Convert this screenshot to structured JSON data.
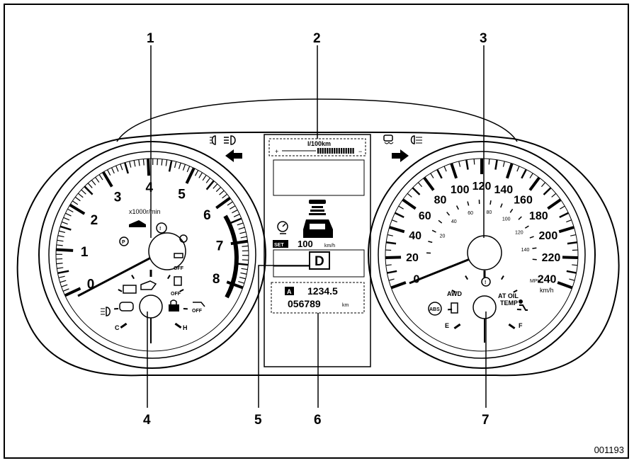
{
  "figure_id": "001193",
  "callouts": [
    "1",
    "2",
    "3",
    "4",
    "5",
    "6",
    "7"
  ],
  "tachometer": {
    "numbers": [
      "0",
      "1",
      "2",
      "3",
      "4",
      "5",
      "6",
      "7",
      "8"
    ],
    "unit": "x1000r/min"
  },
  "temp_gauge": {
    "cold": "C",
    "hot": "H"
  },
  "speedometer": {
    "kmh_numbers": [
      "0",
      "20",
      "40",
      "60",
      "80",
      "100",
      "120",
      "140",
      "160",
      "180",
      "200",
      "220",
      "240"
    ],
    "mph_numbers": [
      "20",
      "40",
      "60",
      "80",
      "100",
      "120",
      "140"
    ],
    "mph_label": "MPH",
    "kmh_label": "km/h"
  },
  "fuel_gauge": {
    "empty": "E",
    "full": "F"
  },
  "center_display": {
    "fuel_consumption_unit": "l/100km",
    "scale_min": "+",
    "scale_max": "−",
    "set_label": "SET",
    "cruise_speed": "100",
    "cruise_unit": "km/h",
    "gear": "D",
    "trip_label": "A",
    "trip_value": "1234.5",
    "odometer": "056789",
    "odometer_unit": "km"
  },
  "warning_labels": {
    "off_1": "OFF",
    "off_2": "OFF",
    "off_3": "OFF",
    "awd": "AWD",
    "at_oil": "AT OIL",
    "temp": "TEMP",
    "abs": "ABS"
  },
  "icons": [
    "front-fog-light-icon",
    "high-beam-icon",
    "left-turn-arrow-icon",
    "right-turn-arrow-icon",
    "vehicle-dynamics-icon",
    "rear-fog-light-icon",
    "cruise-control-icon",
    "vehicle-distance-icon",
    "parking-brake-icon",
    "seatbelt-icon",
    "brake-warning-icon",
    "charging-icon",
    "oil-pressure-icon",
    "check-engine-icon",
    "security-icon",
    "headlight-leveling-icon",
    "abs-icon",
    "low-fuel-icon",
    "airbag-icon",
    "power-steering-icon"
  ]
}
